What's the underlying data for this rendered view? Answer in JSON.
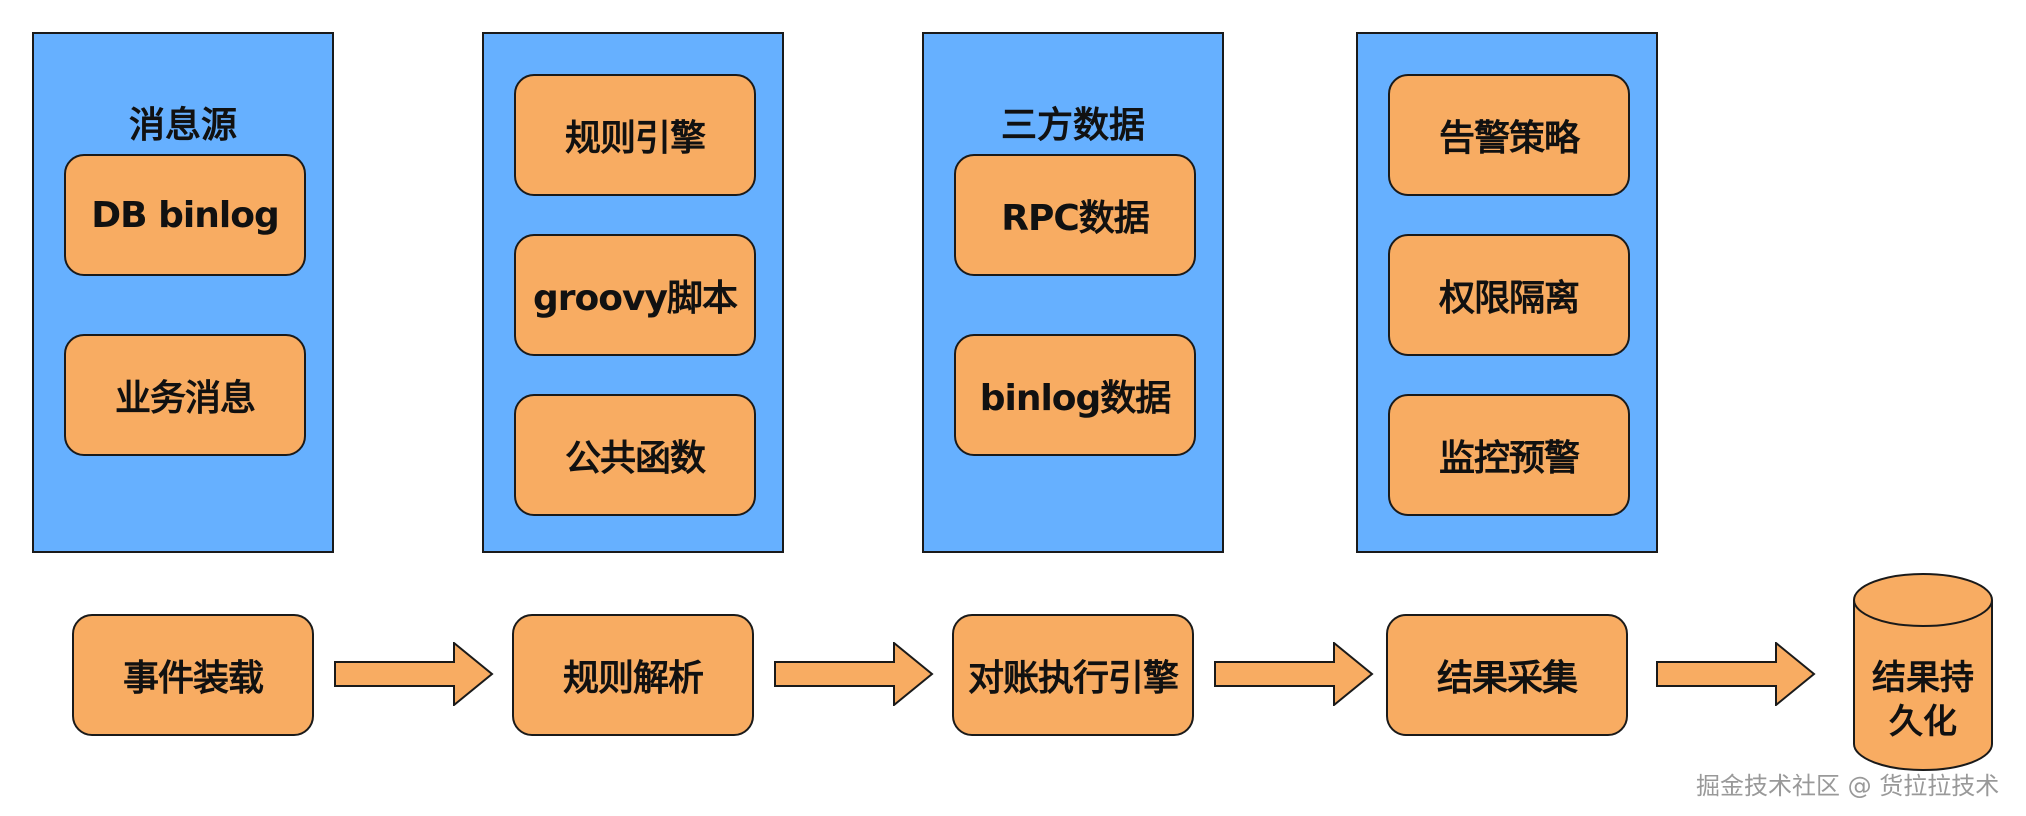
{
  "panels": [
    {
      "title": "消息源",
      "items": [
        "DB binlog",
        "业务消息"
      ]
    },
    {
      "title": "",
      "items": [
        "规则引擎",
        "groovy脚本",
        "公共函数"
      ]
    },
    {
      "title": "三方数据",
      "items": [
        "RPC数据",
        "binlog数据"
      ]
    },
    {
      "title": "",
      "items": [
        "告警策略",
        "权限隔离",
        "监控预警"
      ]
    }
  ],
  "pipeline": {
    "steps": [
      "事件装载",
      "规则解析",
      "对账执行引擎",
      "结果采集"
    ],
    "storage": {
      "line1": "结果持",
      "line2": "久化"
    }
  },
  "watermark": "掘金技术社区 @ 货拉拉技术",
  "colors": {
    "panel_bg": "#66b0ff",
    "box_bg": "#f8ac62",
    "border": "#1a1a1a"
  }
}
